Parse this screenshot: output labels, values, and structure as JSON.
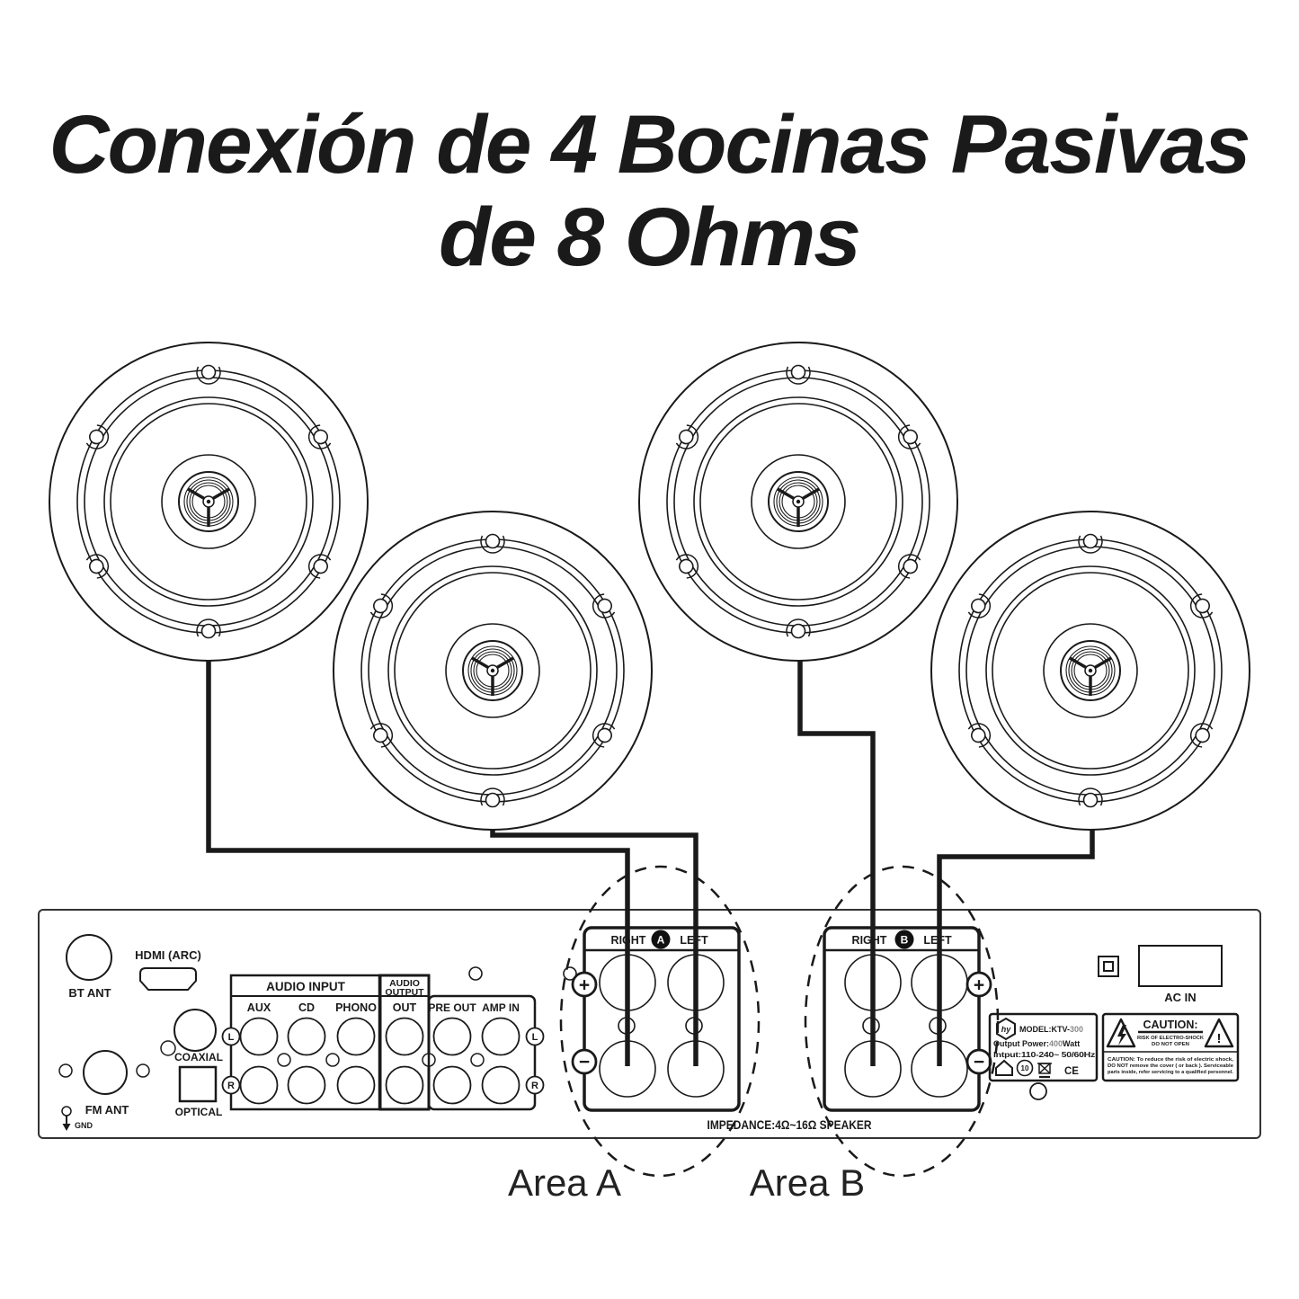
{
  "title": {
    "line1": "Conexión de 4 Bocinas Pasivas",
    "line2": "de 8 Ohms"
  },
  "areas": {
    "a": "Area A",
    "b": "Area B"
  },
  "colors": {
    "ink": "#1a1a1a",
    "muted_number": "#8a8a8a",
    "background": "#ffffff"
  },
  "panel": {
    "bt_ant": "BT ANT",
    "hdmi": "HDMI (ARC)",
    "audio_input": {
      "header": "AUDIO INPUT",
      "cols": [
        "AUX",
        "CD",
        "PHONO"
      ]
    },
    "audio_output": {
      "header_line1": "AUDIO",
      "header_line2": "OUTPUT",
      "col": "OUT"
    },
    "pre_amp": {
      "pre_out": "PRE OUT",
      "amp_in": "AMP IN"
    },
    "l": "L",
    "r": "R",
    "coaxial": "COAXIAL",
    "optical": "OPTICAL",
    "fm_ant": "FM ANT",
    "gnd": "GND",
    "speaker_a": {
      "right": "RIGHT",
      "badge": "A",
      "left": "LEFT",
      "plus": "+",
      "minus": "−"
    },
    "speaker_b": {
      "right": "RIGHT",
      "badge": "B",
      "left": "LEFT",
      "plus": "+",
      "minus": "−"
    },
    "impedance": "IMPEDANCE:4Ω~16Ω SPEAKER",
    "ac_in": "AC IN",
    "model_label": {
      "logo": "hy",
      "model_prefix": "MODEL:KTV-",
      "model_number": "300",
      "power_prefix": "Output Power:",
      "power_value": "400",
      "power_suffix": "Watt",
      "input_line": "Intput:110-240~ 50/60Hz",
      "rohs": "10",
      "ce": "CE"
    },
    "caution_label": {
      "title": "CAUTION:",
      "risk_line1": "RISK OF ELECTRO-SHOCK",
      "risk_line2": "DO NOT OPEN",
      "exclamation": "!",
      "body_line1": "CAUTION: To reduce the risk of electric shock,",
      "body_line2": "DO NOT remove the cover ( or back ). Serviceable",
      "body_line3": "parts inside, refer servicing to a qualified personnel."
    }
  }
}
